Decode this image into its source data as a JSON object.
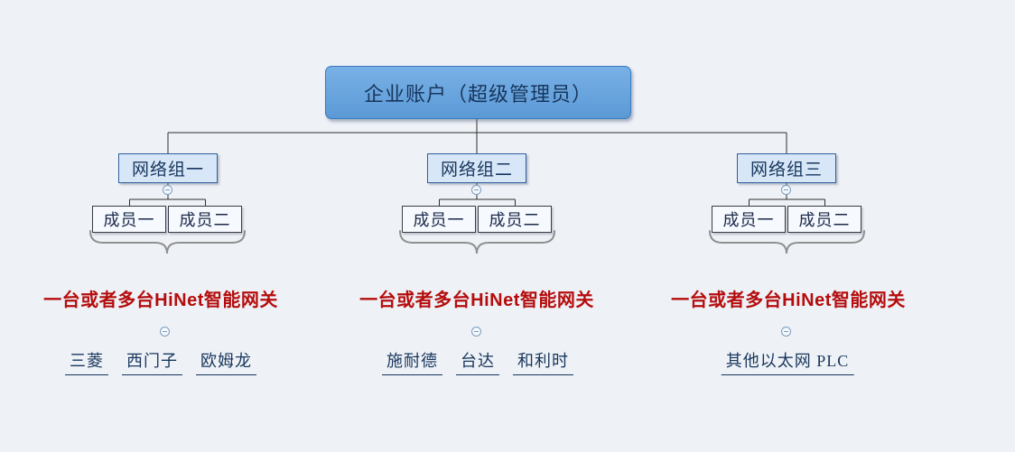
{
  "root": {
    "label": "企业账户（超级管理员）"
  },
  "groups": [
    {
      "label": "网络组一",
      "members": [
        "成员一",
        "成员二"
      ],
      "gateway_label": "一台或者多台HiNet智能网关",
      "plcs": [
        "三菱",
        "西门子",
        "欧姆龙"
      ]
    },
    {
      "label": "网络组二",
      "members": [
        "成员一",
        "成员二"
      ],
      "gateway_label": "一台或者多台HiNet智能网关",
      "plcs": [
        "施耐德",
        "台达",
        "和利时"
      ]
    },
    {
      "label": "网络组三",
      "members": [
        "成员一",
        "成员二"
      ],
      "gateway_label": "一台或者多台HiNet智能网关",
      "plcs": [
        "其他以太网 PLC"
      ]
    }
  ],
  "icons": {
    "collapse_minus": "−"
  },
  "colors": {
    "background": "#eef1f6",
    "root_fill": "#6aa5dd",
    "root_border": "#3a7abf",
    "group_fill": "#d8e7f8",
    "group_border": "#2e5f9e",
    "member_fill": "#f6f9fd",
    "member_border": "#3c3c46",
    "node_text": "#17365d",
    "gateway_text": "#b50d0d",
    "brace": "#909090",
    "connector": "#2f2f2f"
  }
}
